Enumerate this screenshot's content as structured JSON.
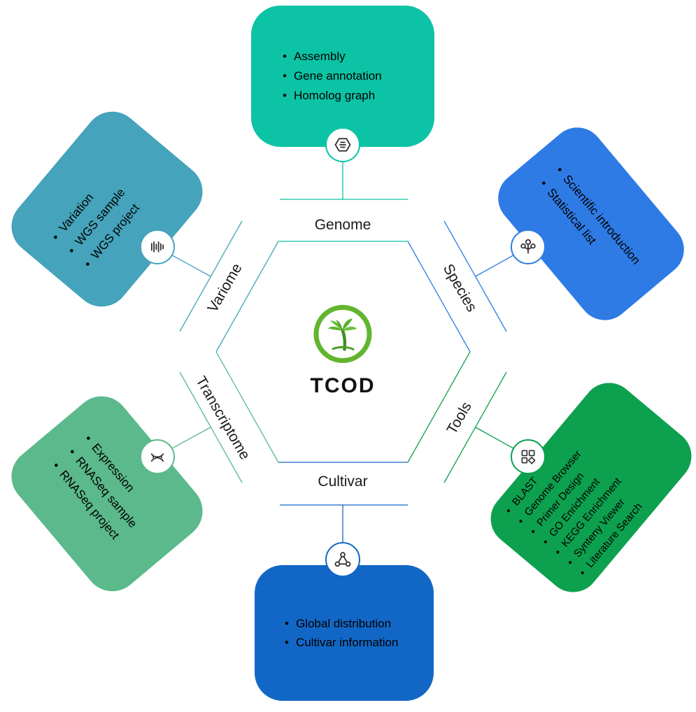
{
  "diagram_title": "TCOD",
  "center": {
    "name": "TCOD",
    "logo": "palm-tree-logo"
  },
  "sections": [
    {
      "id": "genome",
      "label": "Genome",
      "color": "#0cc3a5",
      "icon": "hexagon-list-icon",
      "items": [
        "Assembly",
        "Gene annotation",
        "Homolog graph"
      ]
    },
    {
      "id": "species",
      "label": "Species",
      "color": "#2e7be5",
      "icon": "plant-icon",
      "items": [
        "Scientific introduction",
        "Statistical list"
      ]
    },
    {
      "id": "tools",
      "label": "Tools",
      "color": "#0da04e",
      "icon": "apps-grid-icon",
      "items": [
        "BLAST",
        "Genome Browser",
        "Primer Design",
        "GO Enrichment",
        "KEGG Enrichment",
        "Synteny Viewer",
        "Literature Search"
      ]
    },
    {
      "id": "cultivar",
      "label": "Cultivar",
      "color": "#1267c6",
      "icon": "share-network-icon",
      "items": [
        "Global distribution",
        "Cultivar information"
      ]
    },
    {
      "id": "transcriptome",
      "label": "Transcriptome",
      "color": "#5bb98c",
      "icon": "dna-helix-icon",
      "items": [
        "Expression",
        "RNASeq sample",
        "RNASeq project"
      ]
    },
    {
      "id": "variome",
      "label": "Variome",
      "color": "#45a3bb",
      "icon": "barcode-icon",
      "items": [
        "Variation",
        "WGS sample",
        "WGS project"
      ]
    }
  ]
}
